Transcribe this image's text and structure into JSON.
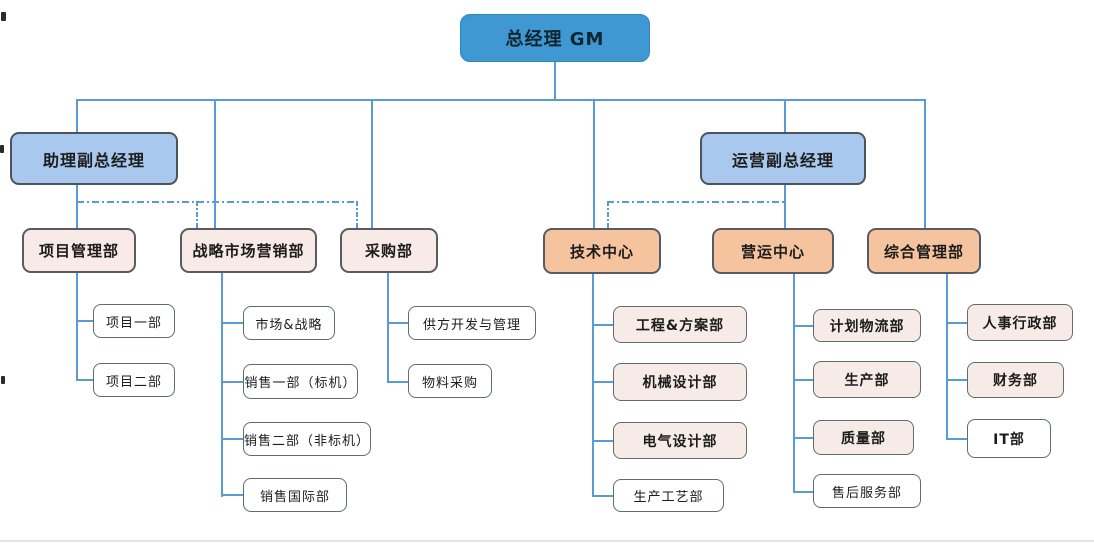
{
  "org_chart": {
    "root": {
      "label": "总经理 GM"
    },
    "deputies": [
      {
        "label": "助理副总经理"
      },
      {
        "label": "运营副总经理"
      }
    ],
    "departments": [
      {
        "label": "项目管理部",
        "children": [
          {
            "label": "项目一部"
          },
          {
            "label": "项目二部"
          }
        ]
      },
      {
        "label": "战略市场营销部",
        "children": [
          {
            "label": "市场&战略"
          },
          {
            "label": "销售一部（标机）"
          },
          {
            "label": "销售二部（非标机）"
          },
          {
            "label": "销售国际部"
          }
        ]
      },
      {
        "label": "采购部",
        "children": [
          {
            "label": "供方开发与管理"
          },
          {
            "label": "物料采购"
          }
        ]
      },
      {
        "label": "技术中心",
        "children": [
          {
            "label": "工程&方案部"
          },
          {
            "label": "机械设计部"
          },
          {
            "label": "电气设计部"
          },
          {
            "label": "生产工艺部"
          }
        ]
      },
      {
        "label": "营运中心",
        "children": [
          {
            "label": "计划物流部"
          },
          {
            "label": "生产部"
          },
          {
            "label": "质量部"
          },
          {
            "label": "售后服务部"
          }
        ]
      },
      {
        "label": "综合管理部",
        "children": [
          {
            "label": "人事行政部"
          },
          {
            "label": "财务部"
          },
          {
            "label": "IT部"
          }
        ]
      }
    ]
  },
  "colors": {
    "root_fill": "#3f98d2",
    "deputy_fill": "#a9c8ee",
    "dept_left_fill": "#f8eae6",
    "dept_right_fill": "#f5c49e",
    "sub_pink_fill": "#f7ebe8",
    "sub_white_fill": "#ffffff",
    "connector": "#5b9bd5",
    "text": "#1c1c1c"
  }
}
